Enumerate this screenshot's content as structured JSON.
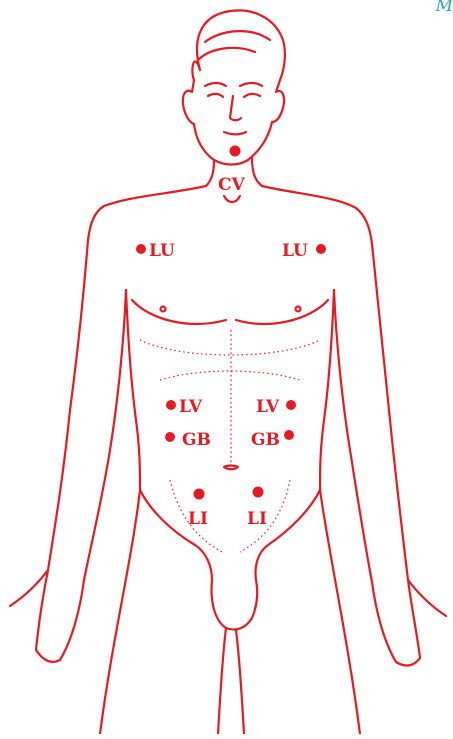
{
  "colors": {
    "ink": "#e31b23",
    "mark": "#27a7b5",
    "background": "#ffffff"
  },
  "corner_mark": "M",
  "points": [
    {
      "id": "cv",
      "label": "CV"
    },
    {
      "id": "lu-left",
      "label": "LU"
    },
    {
      "id": "lu-right",
      "label": "LU"
    },
    {
      "id": "lv-left",
      "label": "LV"
    },
    {
      "id": "lv-right",
      "label": "LV"
    },
    {
      "id": "gb-left",
      "label": "GB"
    },
    {
      "id": "gb-right",
      "label": "GB"
    },
    {
      "id": "li-left",
      "label": "LI"
    },
    {
      "id": "li-right",
      "label": "LI"
    }
  ]
}
